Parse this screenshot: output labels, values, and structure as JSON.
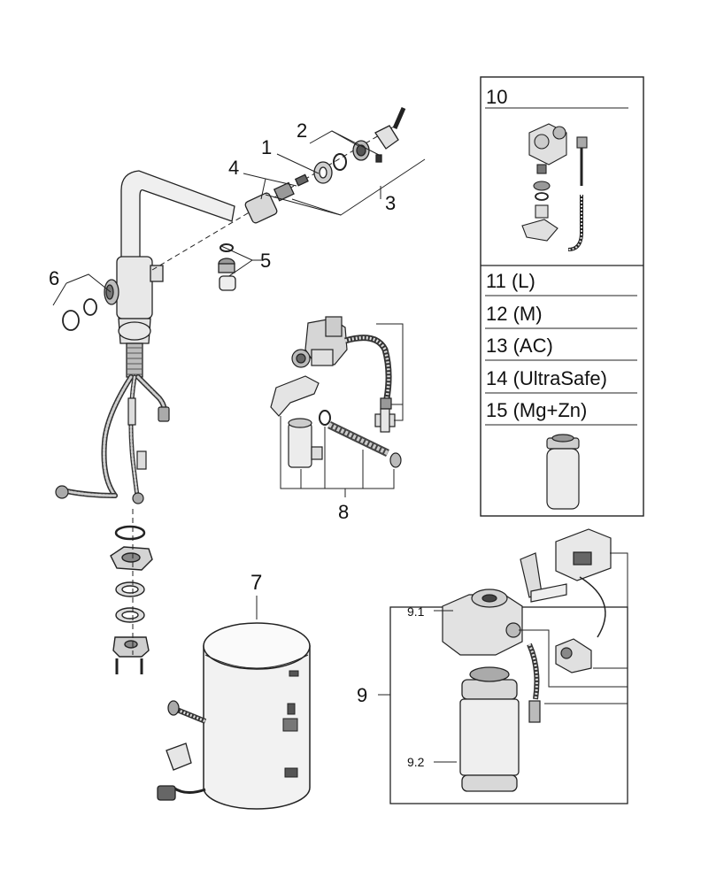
{
  "diagram": {
    "callouts": {
      "c1": "1",
      "c2": "2",
      "c3": "3",
      "c4": "4",
      "c5": "5",
      "c6": "6",
      "c7": "7",
      "c8": "8",
      "c9": "9",
      "c91": "9.1",
      "c92": "9.2",
      "c10": "10"
    },
    "filter_options": [
      "11 (L)",
      "12 (M)",
      "13 (AC)",
      "14 (UltraSafe)",
      "15 (Mg+Zn)"
    ]
  },
  "colors": {
    "line": "#1a1a1a",
    "gray_fill": "#e6e6e6",
    "dark_fill": "#555555"
  }
}
